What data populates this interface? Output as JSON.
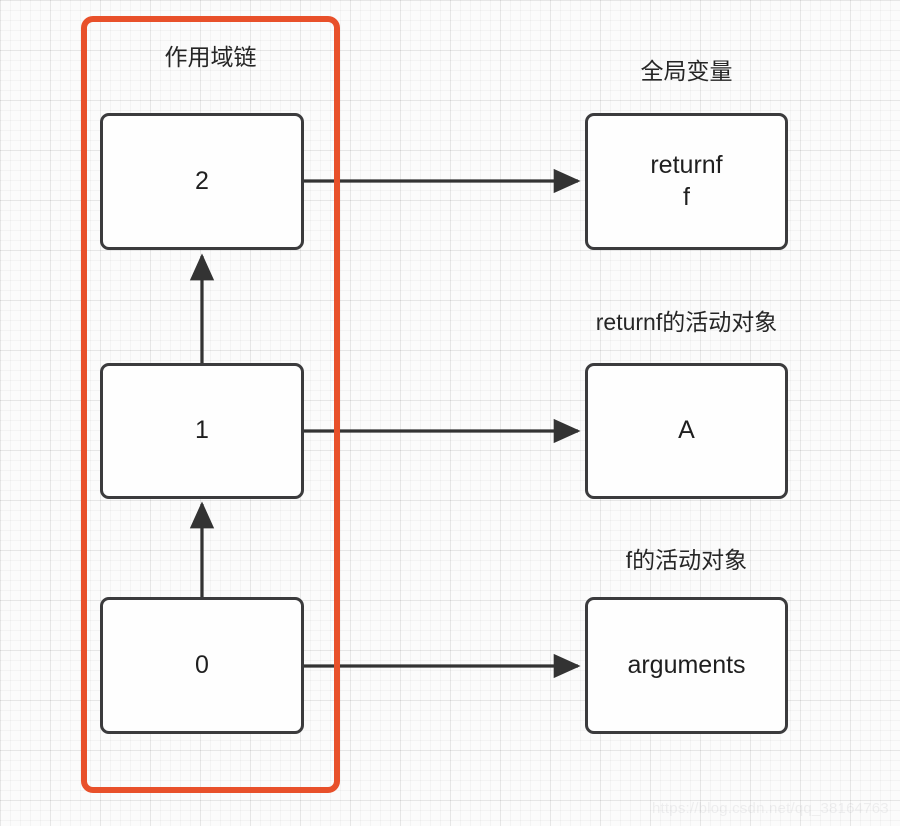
{
  "diagram": {
    "title_caption": "作用域链",
    "scope_chain_group": {
      "label": "作用域链",
      "items": [
        {
          "label": "2"
        },
        {
          "label": "1"
        },
        {
          "label": "0"
        }
      ]
    },
    "right_column": [
      {
        "caption": "全局变量",
        "box_text": "returnf\nf"
      },
      {
        "caption": "returnf的活动对象",
        "box_text": "A"
      },
      {
        "caption": "f的活动对象",
        "box_text": "arguments"
      }
    ],
    "watermark": "https://blog.csdn.net/qq_38164763",
    "colors": {
      "group_border": "#e8502a",
      "node_border": "#3b3b3d",
      "node_fill": "#fefefe",
      "arrow": "#333333",
      "canvas": "#fbfbfb",
      "text": "#1f1f1f"
    }
  }
}
